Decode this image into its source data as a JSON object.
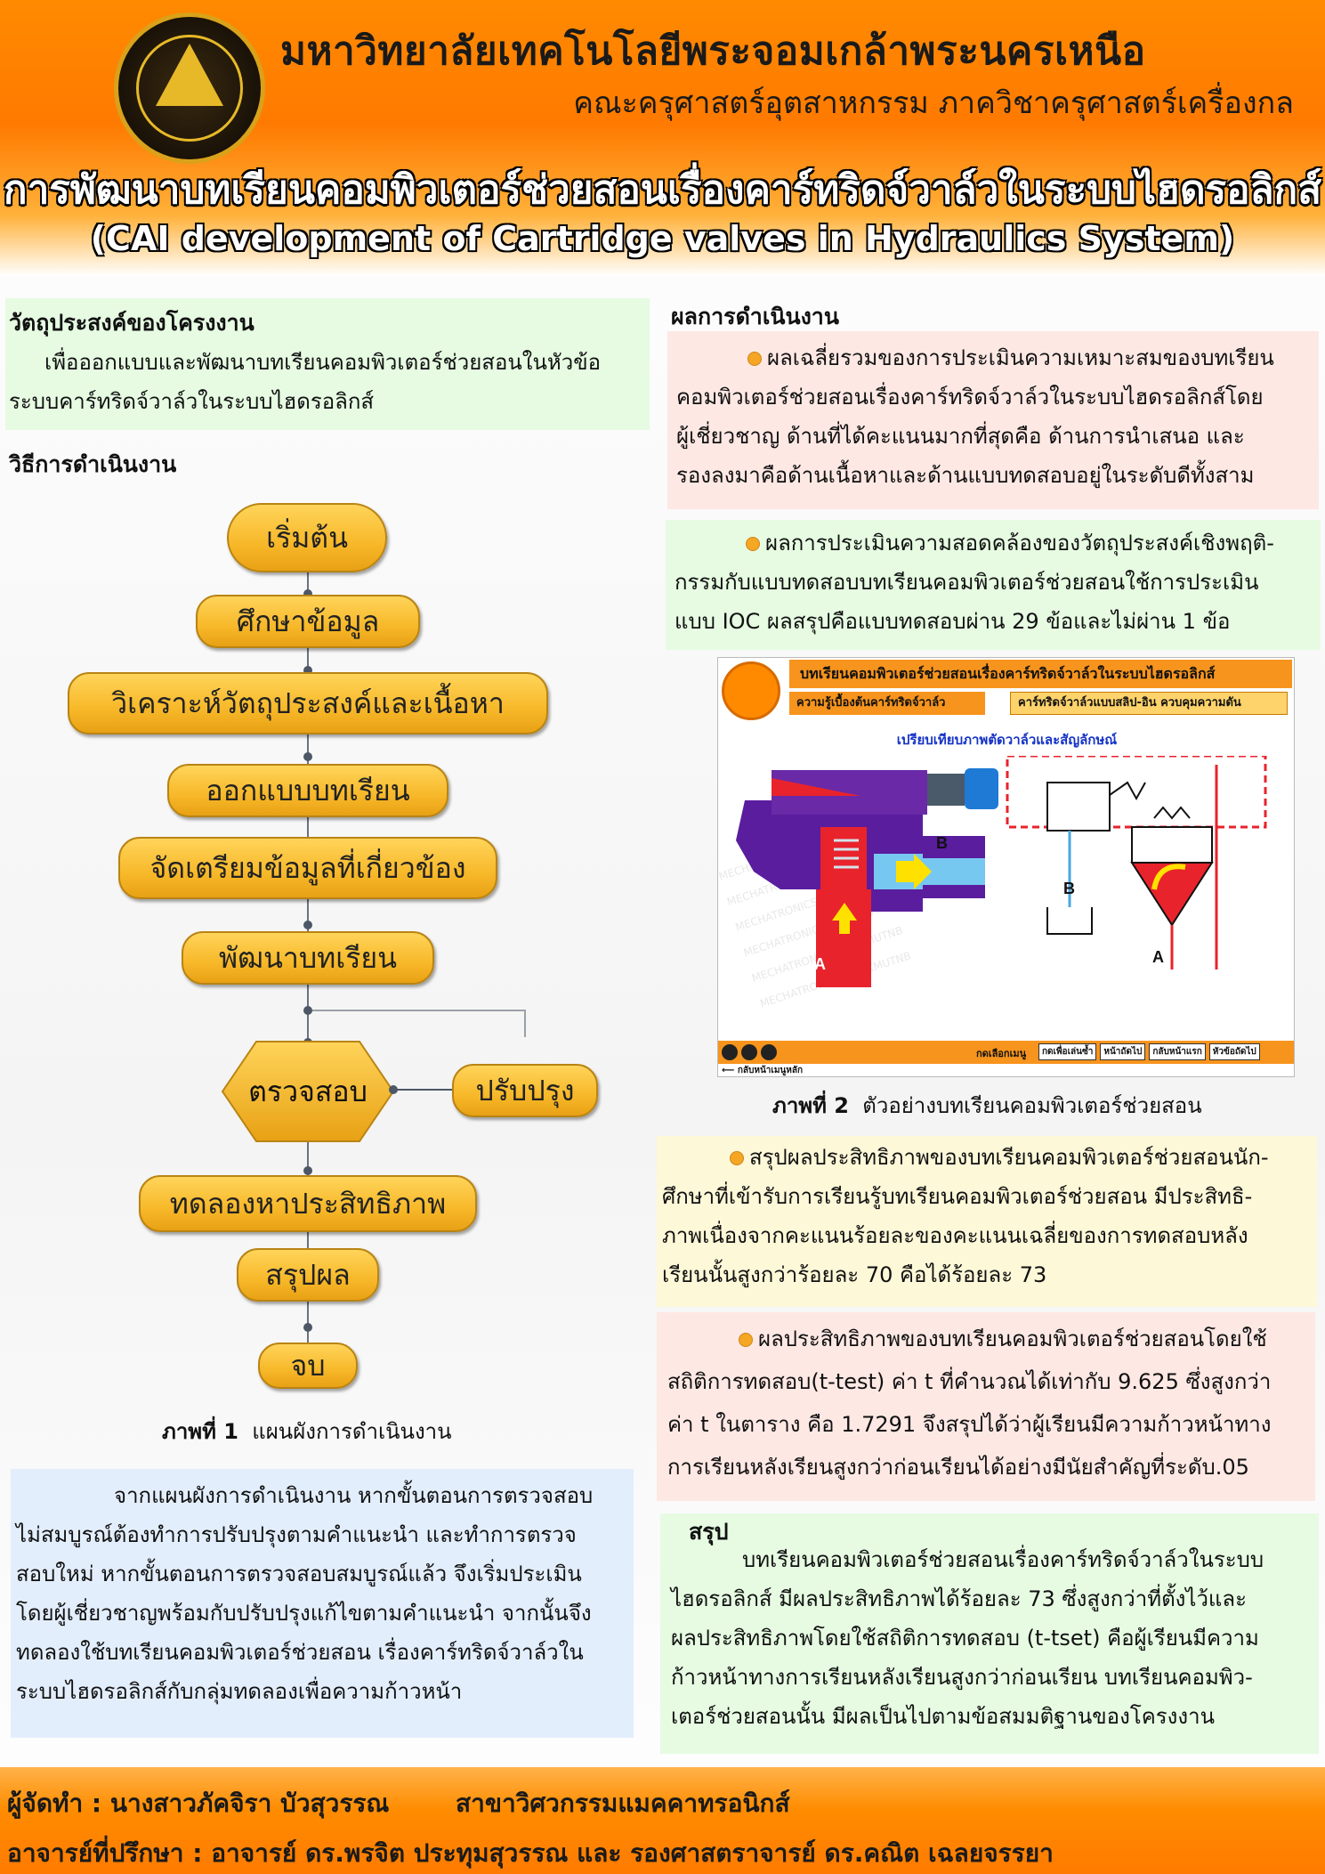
{
  "header": {
    "university": "มหาวิทยาลัยเทคโนโลยีพระจอมเกล้าพระนครเหนือ",
    "faculty": "คณะครุศาสตร์อุตสาหกรรม ภาควิชาครุศาสตร์เครื่องกล",
    "title_th": "การพัฒนาบทเรียนคอมพิวเตอร์ช่วยสอนเรื่องคาร์ทริดจ์วาล์วในระบบไฮดรอลิกส์",
    "title_en": "(CAI development of Cartridge valves in Hydraulics System)"
  },
  "objective": {
    "heading": "วัตถุประสงค์ของโครงงาน",
    "lines": [
      "เพื่อออกแบบและพัฒนาบทเรียนคอมพิวเตอร์ช่วยสอนในหัวข้อ",
      "ระบบคาร์ทริดจ์วาล์วในระบบไฮดรอลิกส์"
    ]
  },
  "method": {
    "heading": "วิธีการดำเนินงาน",
    "flow": {
      "start": "เริ่มต้น",
      "study": "ศึกษาข้อมูล",
      "analyze": "วิเคราะห์วัตถุประสงค์และเนื้อหา",
      "design": "ออกแบบบทเรียน",
      "prepare": "จัดเตรียมข้อมูลที่เกี่ยวข้อง",
      "develop": "พัฒนาบทเรียน",
      "check": "ตรวจสอบ",
      "improve": "ปรับปรุง",
      "test": "ทดลองหาประสิทธิภาพ",
      "conclude": "สรุปผล",
      "end": "จบ"
    },
    "caption_label": "ภาพที่ 1",
    "caption_text": "แผนผังการดำเนินงาน"
  },
  "method_desc": {
    "lines": [
      "จากแผนผังการดำเนินงาน หากขั้นตอนการตรวจสอบ",
      "ไม่สมบูรณ์ต้องทำการปรับปรุงตามคำแนะนำ  และทำการตรวจ",
      "สอบใหม่ หากขั้นตอนการตรวจสอบสมบูรณ์แล้ว จึงเริ่มประเมิน",
      "โดยผู้เชี่ยวชาญพร้อมกับปรับปรุงแก้ไขตามคำแนะนำ จากนั้นจึง",
      "ทดลองใช้บทเรียนคอมพิวเตอร์ช่วยสอน เรื่องคาร์ทริดจ์วาล์วใน",
      "ระบบไฮดรอลิกส์กับกลุ่มทดลองเพื่อความก้าวหน้า"
    ]
  },
  "results": {
    "heading": "ผลการดำเนินงาน",
    "r1": [
      "ผลเฉลี่ยรวมของการประเมินความเหมาะสมของบทเรียน",
      "คอมพิวเตอร์ช่วยสอนเรื่องคาร์ทริดจ์วาล์วในระบบไฮดรอลิกส์โดย",
      "ผู้เชี่ยวชาญ ด้านที่ได้คะแนนมากที่สุดคือ  ด้านการนำเสนอ  และ",
      "รองลงมาคือด้านเนื้อหาและด้านแบบทดสอบอยู่ในระดับดีทั้งสาม"
    ],
    "r2": [
      "ผลการประเมินความสอดคล้องของวัตถุประสงค์เชิงพฤติ-",
      "กรรมกับแบบทดสอบบทเรียนคอมพิวเตอร์ช่วยสอนใช้การประเมิน",
      "แบบ IOC ผลสรุปคือแบบทดสอบผ่าน 29 ข้อและไม่ผ่าน 1 ข้อ"
    ],
    "r3": [
      "สรุปผลประสิทธิภาพของบทเรียนคอมพิวเตอร์ช่วยสอนนัก-",
      "ศึกษาที่เข้ารับการเรียนรู้บทเรียนคอมพิวเตอร์ช่วยสอน มีประสิทธิ-",
      "ภาพเนื่องจากคะแนนร้อยละของคะแนนเฉลี่ยของการทดสอบหลัง",
      "เรียนนั้นสูงกว่าร้อยละ 70 คือได้ร้อยละ 73"
    ],
    "r4": [
      "ผลประสิทธิภาพของบทเรียนคอมพิวเตอร์ช่วยสอนโดยใช้",
      "สถิติการทดสอบ(t-test) ค่า t ที่คำนวณได้เท่ากับ 9.625 ซึ่งสูงกว่า",
      "ค่า t ในตาราง คือ 1.7291 จึงสรุปได้ว่าผู้เรียนมีความก้าวหน้าทาง",
      "การเรียนหลังเรียนสูงกว่าก่อนเรียนได้อย่างมีนัยสำคัญที่ระดับ.05"
    ]
  },
  "screenshot": {
    "banner_title": "บทเรียนคอมพิวเตอร์ช่วยสอนเรื่องคาร์ทริดจ์วาล์วในระบบไฮดรอลิกส์",
    "banner_sub_left": "ความรู้เบื้องต้นคาร์ทริดจ์วาล์ว",
    "banner_sub_right": "คาร์ทริดจ์วาล์วแบบสลิป-อิน ควบคุมความดัน",
    "subtitle": "เปรียบเทียบภาพตัดวาล์วและสัญลักษณ์",
    "label_b1": "B",
    "label_a1": "A",
    "label_b2": "B",
    "label_a2": "A",
    "watermark": "MECHATRONICS_TM_KMUTNB",
    "nav_menu": "กดเลือกเมนู",
    "nav_btns": [
      "กดเพื่อเล่นซ้ำ",
      "หน้าถัดไป",
      "กลับหน้าแรก",
      "หัวข้อถัดไป"
    ],
    "nav_back": "กลับหน้าเมนูหลัก",
    "caption_label": "ภาพที่ 2",
    "caption_text": "ตัวอย่างบทเรียนคอมพิวเตอร์ช่วยสอน"
  },
  "summary": {
    "heading": "สรุป",
    "lines": [
      "บทเรียนคอมพิวเตอร์ช่วยสอนเรื่องคาร์ทริดจ์วาล์วในระบบ",
      "ไฮดรอลิกส์ มีผลประสิทธิภาพได้ร้อยละ 73  ซึ่งสูงกว่าที่ตั้งไว้และ",
      "ผลประสิทธิภาพโดยใช้สถิติการทดสอบ (t-tset) คือผู้เรียนมีความ",
      "ก้าวหน้าทางการเรียนหลังเรียนสูงกว่าก่อนเรียน บทเรียนคอมพิว-",
      "เตอร์ช่วยสอนนั้น มีผลเป็นไปตามข้อสมมติฐานของโครงงาน"
    ]
  },
  "footer": {
    "author": "ผู้จัดทำ : นางสาวภัคจิรา บัวสุวรรณ",
    "program": "สาขาวิศวกรรมแมคคาทรอนิกส์",
    "advisor": "อาจารย์ที่ปรึกษา : อาจารย์ ดร.พรจิต   ประทุมสุวรรณ และ รองศาสตราจารย์ ดร.คณิต  เฉลยจรรยา"
  },
  "colors": {
    "header_orange": "#ff7a00",
    "flow_yellow": "#f7b829",
    "box_green": "#e6fbe2",
    "box_pink": "#fde8e4",
    "box_blue": "#e3eefc",
    "box_yellow": "#fdf8d8"
  }
}
